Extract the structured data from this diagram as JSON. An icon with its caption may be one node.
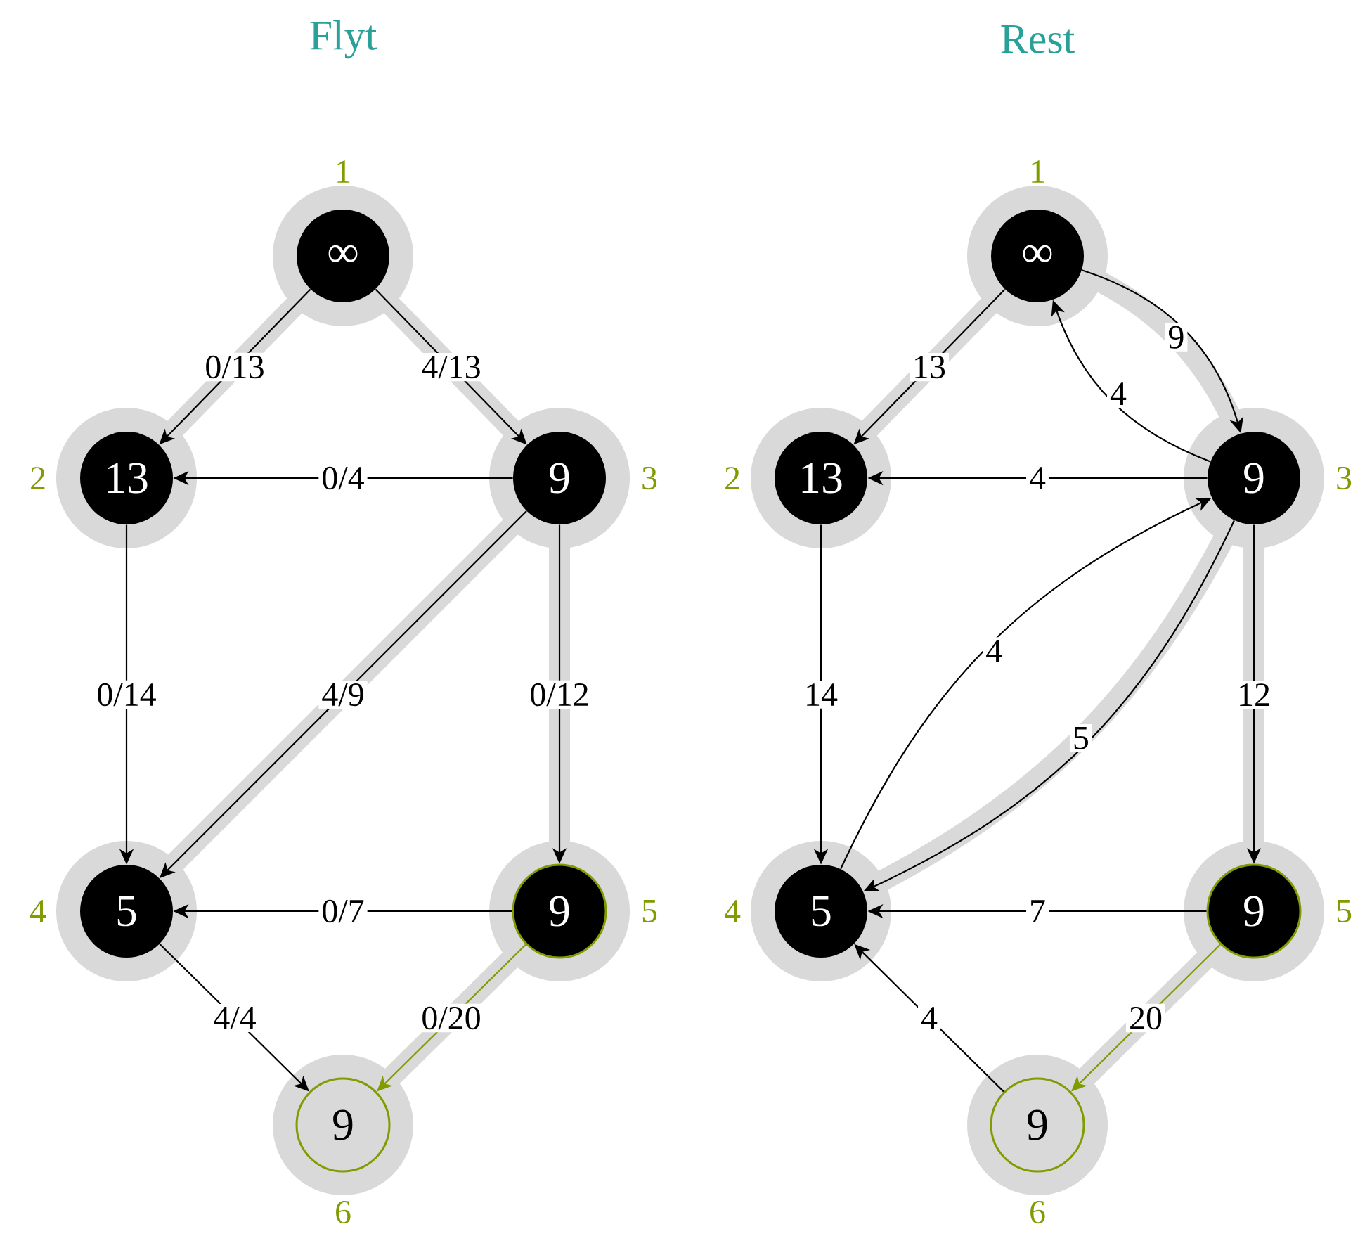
{
  "diagram": {
    "nodes": [
      {
        "text": [
          "∞"
        ],
        "beside": [
          "1"
        ]
      },
      {
        "text": [
          "13"
        ],
        "beside": [
          "2"
        ]
      },
      {
        "text": [
          "9"
        ],
        "beside": [
          "3"
        ]
      },
      {
        "text": [
          "5"
        ],
        "beside": [
          "4"
        ]
      },
      {
        "text": [
          "9"
        ],
        "beside": [
          "5"
        ]
      },
      {
        "text": [
          "9"
        ],
        "beside": [
          "6"
        ]
      },
      {
        "text": [
          "∞"
        ],
        "beside": [
          "1"
        ]
      },
      {
        "text": [
          "13"
        ],
        "beside": [
          "2"
        ]
      },
      {
        "text": [
          "9"
        ],
        "beside": [
          "3"
        ]
      },
      {
        "text": [
          "5"
        ],
        "beside": [
          "4"
        ]
      },
      {
        "text": [
          "9"
        ],
        "beside": [
          "5"
        ]
      },
      {
        "text": [
          "9"
        ],
        "beside": [
          "6"
        ]
      }
    ],
    "edges": [
      {
        "from": 0,
        "to": 1,
        "arrow": "to",
        "label": "0/13"
      },
      {
        "from": 0,
        "to": 2,
        "arrow": "to",
        "label": "4/13"
      },
      {
        "from": 2,
        "to": 1,
        "arrow": "to",
        "label": "0/4"
      },
      {
        "from": 1,
        "to": 3,
        "arrow": "to",
        "label": "0/14"
      },
      {
        "from": 2,
        "to": 3,
        "arrow": "to",
        "label": "4/9"
      },
      {
        "from": 2,
        "to": 4,
        "arrow": "to",
        "label": "0/12"
      },
      {
        "from": 4,
        "to": 3,
        "arrow": "to",
        "label": "0/7"
      },
      {
        "from": 3,
        "to": 5,
        "arrow": "to",
        "label": "4/4"
      },
      {
        "from": 4,
        "to": 5,
        "arrow": "to",
        "label": "0/20",
        "color": "#7f9c00"
      },
      {
        "from": 6,
        "to": 7,
        "arrow": "to",
        "label": "13"
      },
      {
        "from": 6,
        "to": 8,
        "arrow": "to",
        "label": "9"
      },
      {
        "from": 8,
        "to": 6,
        "arrow": "to",
        "label": "4"
      },
      {
        "from": 8,
        "to": 7,
        "arrow": "to",
        "label": "4"
      },
      {
        "from": 7,
        "to": 9,
        "arrow": "to",
        "label": "14"
      },
      {
        "from": 9,
        "to": 8,
        "arrow": "to",
        "label": "4"
      },
      {
        "from": 8,
        "to": 9,
        "arrow": "to",
        "label": "5"
      },
      {
        "from": 8,
        "to": 10,
        "arrow": "to",
        "label": "12"
      },
      {
        "from": 10,
        "to": 9,
        "arrow": "to",
        "label": "7"
      },
      {
        "from": 11,
        "to": 9,
        "arrow": "to",
        "label": "4"
      },
      {
        "from": 10,
        "to": 11,
        "arrow": "to",
        "label": "20",
        "color": "#7f9c00"
      }
    ],
    "labels": [
      "Flyt",
      "Rest"
    ]
  }
}
